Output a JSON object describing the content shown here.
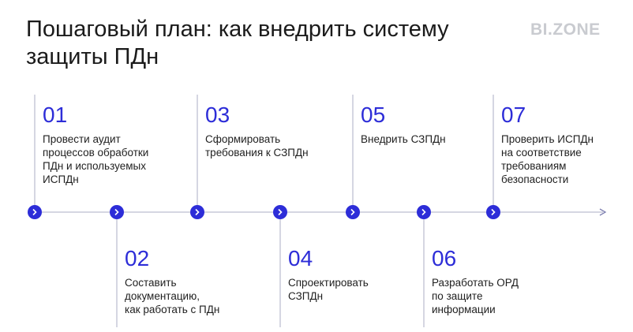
{
  "title": "Пошаговый план: как внедрить систему защиты ПДн",
  "logo": "BI.ZONE",
  "colors": {
    "accent": "#2d2dd8",
    "line": "#c7c9d9",
    "text": "#1f1f1f",
    "logo": "#c9cbd0"
  },
  "steps": [
    {
      "num": "01",
      "text": "Провести аудит\nпроцессов обработки\nПДн и используемых\nИСПДн"
    },
    {
      "num": "02",
      "text": "Составить\nдокументацию,\nкак работать с ПДн"
    },
    {
      "num": "03",
      "text": "Сформировать\nтребования к СЗПДн"
    },
    {
      "num": "04",
      "text": "Спроектировать\nСЗПДн"
    },
    {
      "num": "05",
      "text": "Внедрить СЗПДн"
    },
    {
      "num": "06",
      "text": "Разработать ОРД\nпо защите\nинформации"
    },
    {
      "num": "07",
      "text": "Проверить ИСПДн\nна соответствие\nтребованиям\nбезопасности"
    }
  ]
}
